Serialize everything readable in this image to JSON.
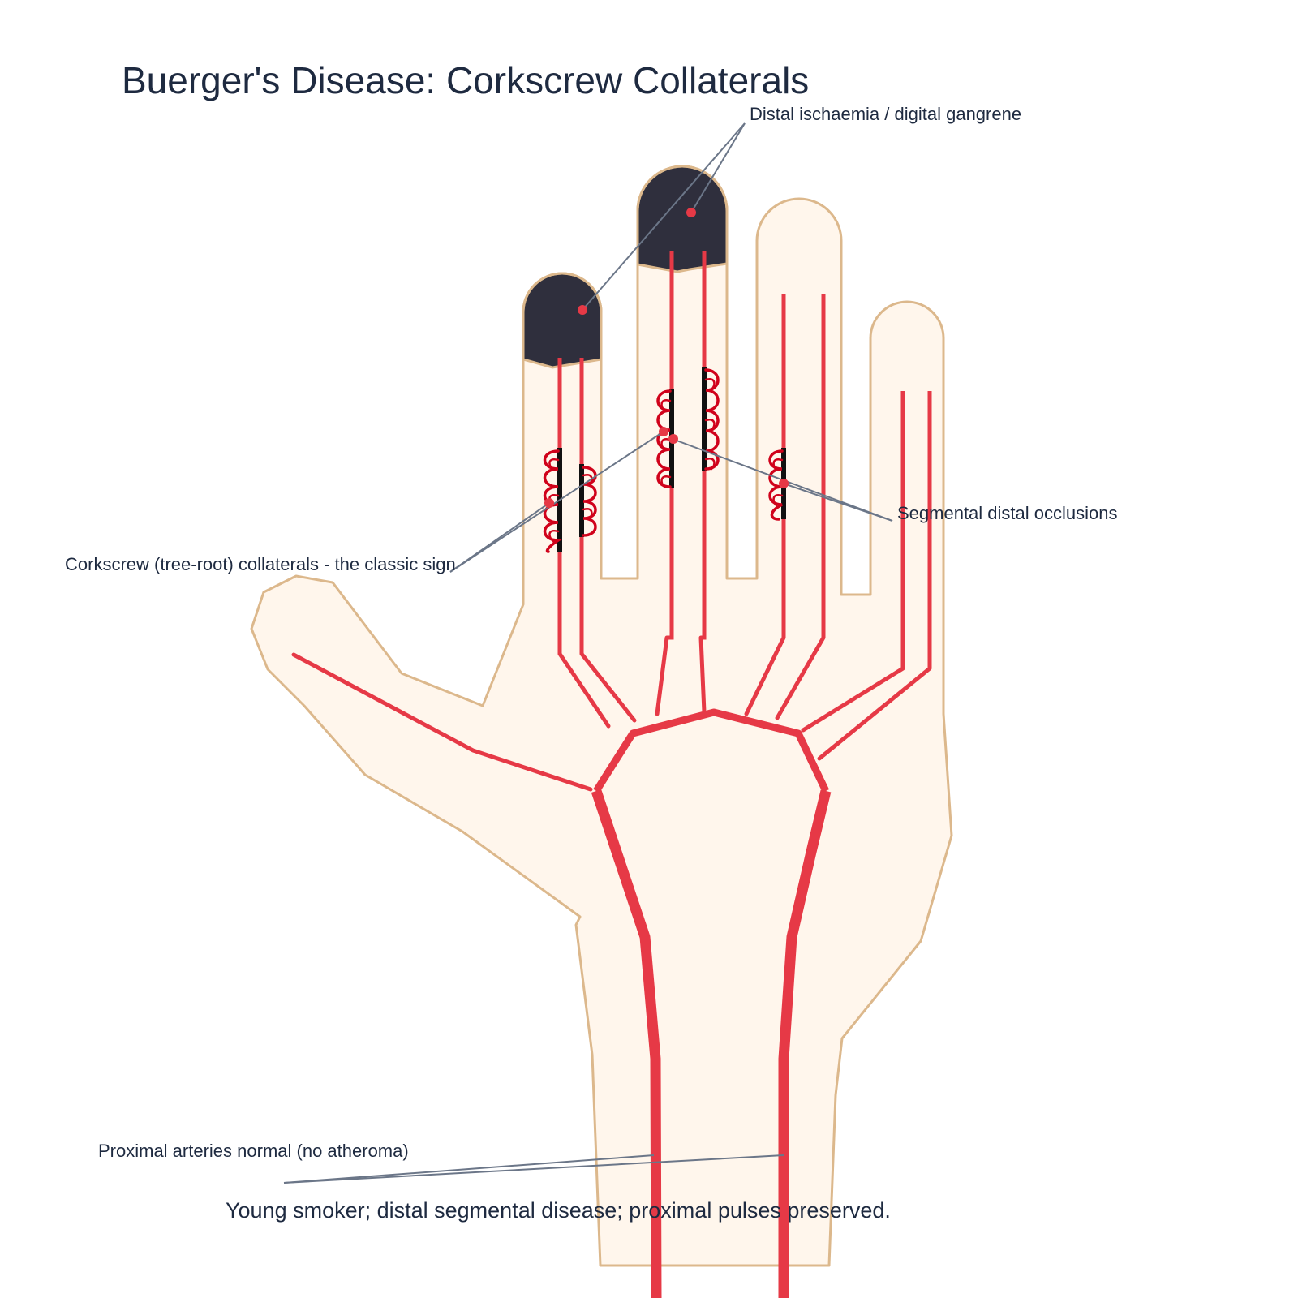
{
  "title": "Buerger's Disease: Corkscrew Collaterals",
  "annotations": {
    "gangrene": "Distal ischaemia / digital gangrene",
    "occlusions": "Segmental distal occlusions",
    "collaterals": "Corkscrew (tree-root) collaterals - the classic sign",
    "proximal": "Proximal arteries normal (no atheroma)"
  },
  "caption": "Young smoker; distal segmental disease; proximal pulses preserved.",
  "colors": {
    "skin": "#fff6ec",
    "skin_outline": "#dcb88c",
    "artery": "#e63946",
    "occlusion": "#111111",
    "collateral": "#d0021b",
    "gangrene": "#2f2f3d",
    "leader": "#6b7688",
    "text": "#1e2a40"
  }
}
